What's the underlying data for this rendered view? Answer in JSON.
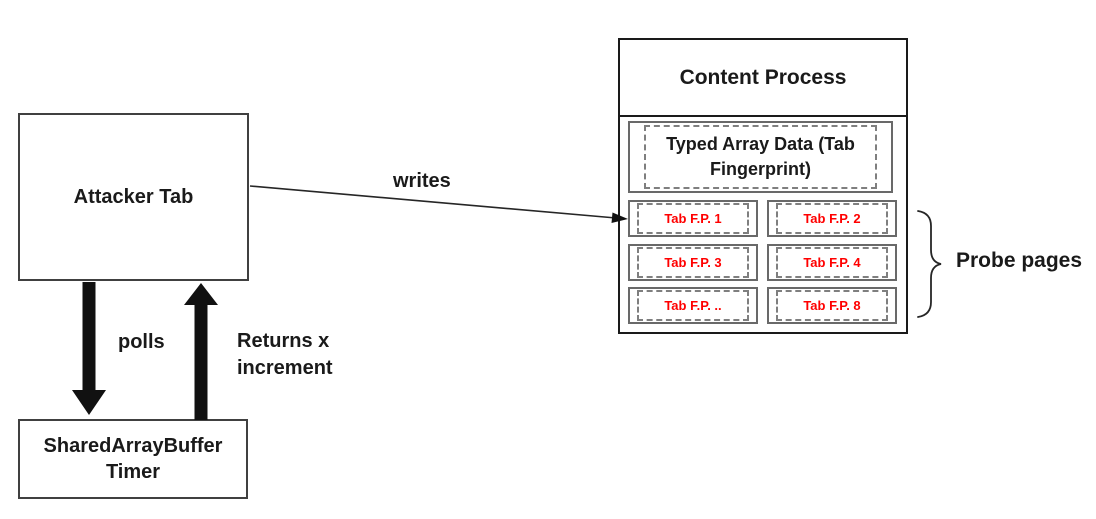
{
  "nodes": {
    "attacker_tab": {
      "label": "Attacker Tab"
    },
    "shared_array_buffer_timer": {
      "label": "SharedArrayBuffer Timer"
    },
    "content_process": {
      "title": "Content Process",
      "typed_array": {
        "label": "Typed Array Data (Tab Fingerprint)"
      },
      "probes": [
        "Tab F.P. 1",
        "Tab F.P. 2",
        "Tab F.P. 3",
        "Tab F.P. 4",
        "Tab F.P. ..",
        "Tab F.P. 8"
      ]
    }
  },
  "edges": {
    "writes": {
      "label": "writes"
    },
    "polls": {
      "label": "polls"
    },
    "returns": {
      "label": "Returns x increment"
    }
  },
  "annotations": {
    "probe_pages": {
      "label": "Probe pages"
    }
  },
  "colors": {
    "probe_text": "#ff0000",
    "text": "#1a1a1a",
    "box_border": "#404040",
    "outer_border": "#1a1a1a",
    "inner_border": "#696969",
    "dashed_border": "#7f7f7f",
    "arrow": "#111111",
    "background": "#ffffff"
  }
}
